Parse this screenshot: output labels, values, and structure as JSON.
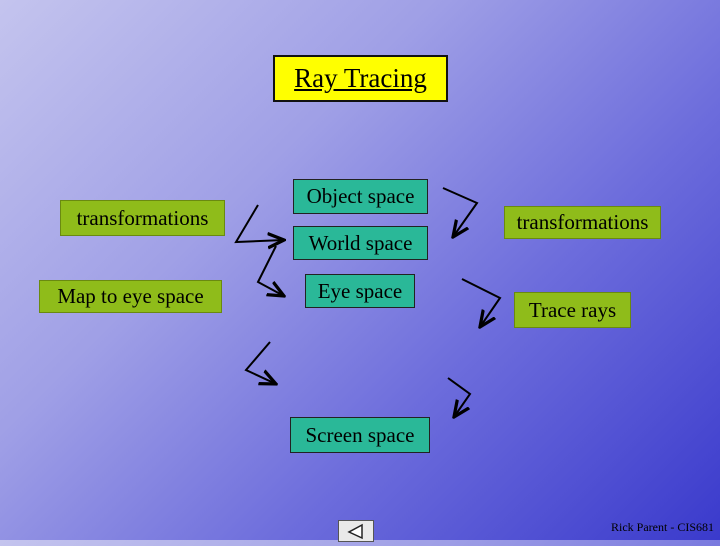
{
  "title": "Ray Tracing",
  "left_labels": {
    "transformations": "transformations",
    "map_to_eye_space": "Map to eye space"
  },
  "center_boxes": {
    "object_space": "Object space",
    "world_space": "World space",
    "eye_space": "Eye space",
    "screen_space": "Screen space"
  },
  "right_labels": {
    "transformations": "transformations",
    "trace_rays": "Trace rays"
  },
  "footer": {
    "credit": "Rick Parent - CIS681"
  },
  "icons": {
    "arrow": "bent-arrow-icon",
    "nav": "back-triangle-icon"
  },
  "colors": {
    "title_bg": "#ffff00",
    "label_bg": "#8fbc1a",
    "box_bg": "#2ab898"
  }
}
